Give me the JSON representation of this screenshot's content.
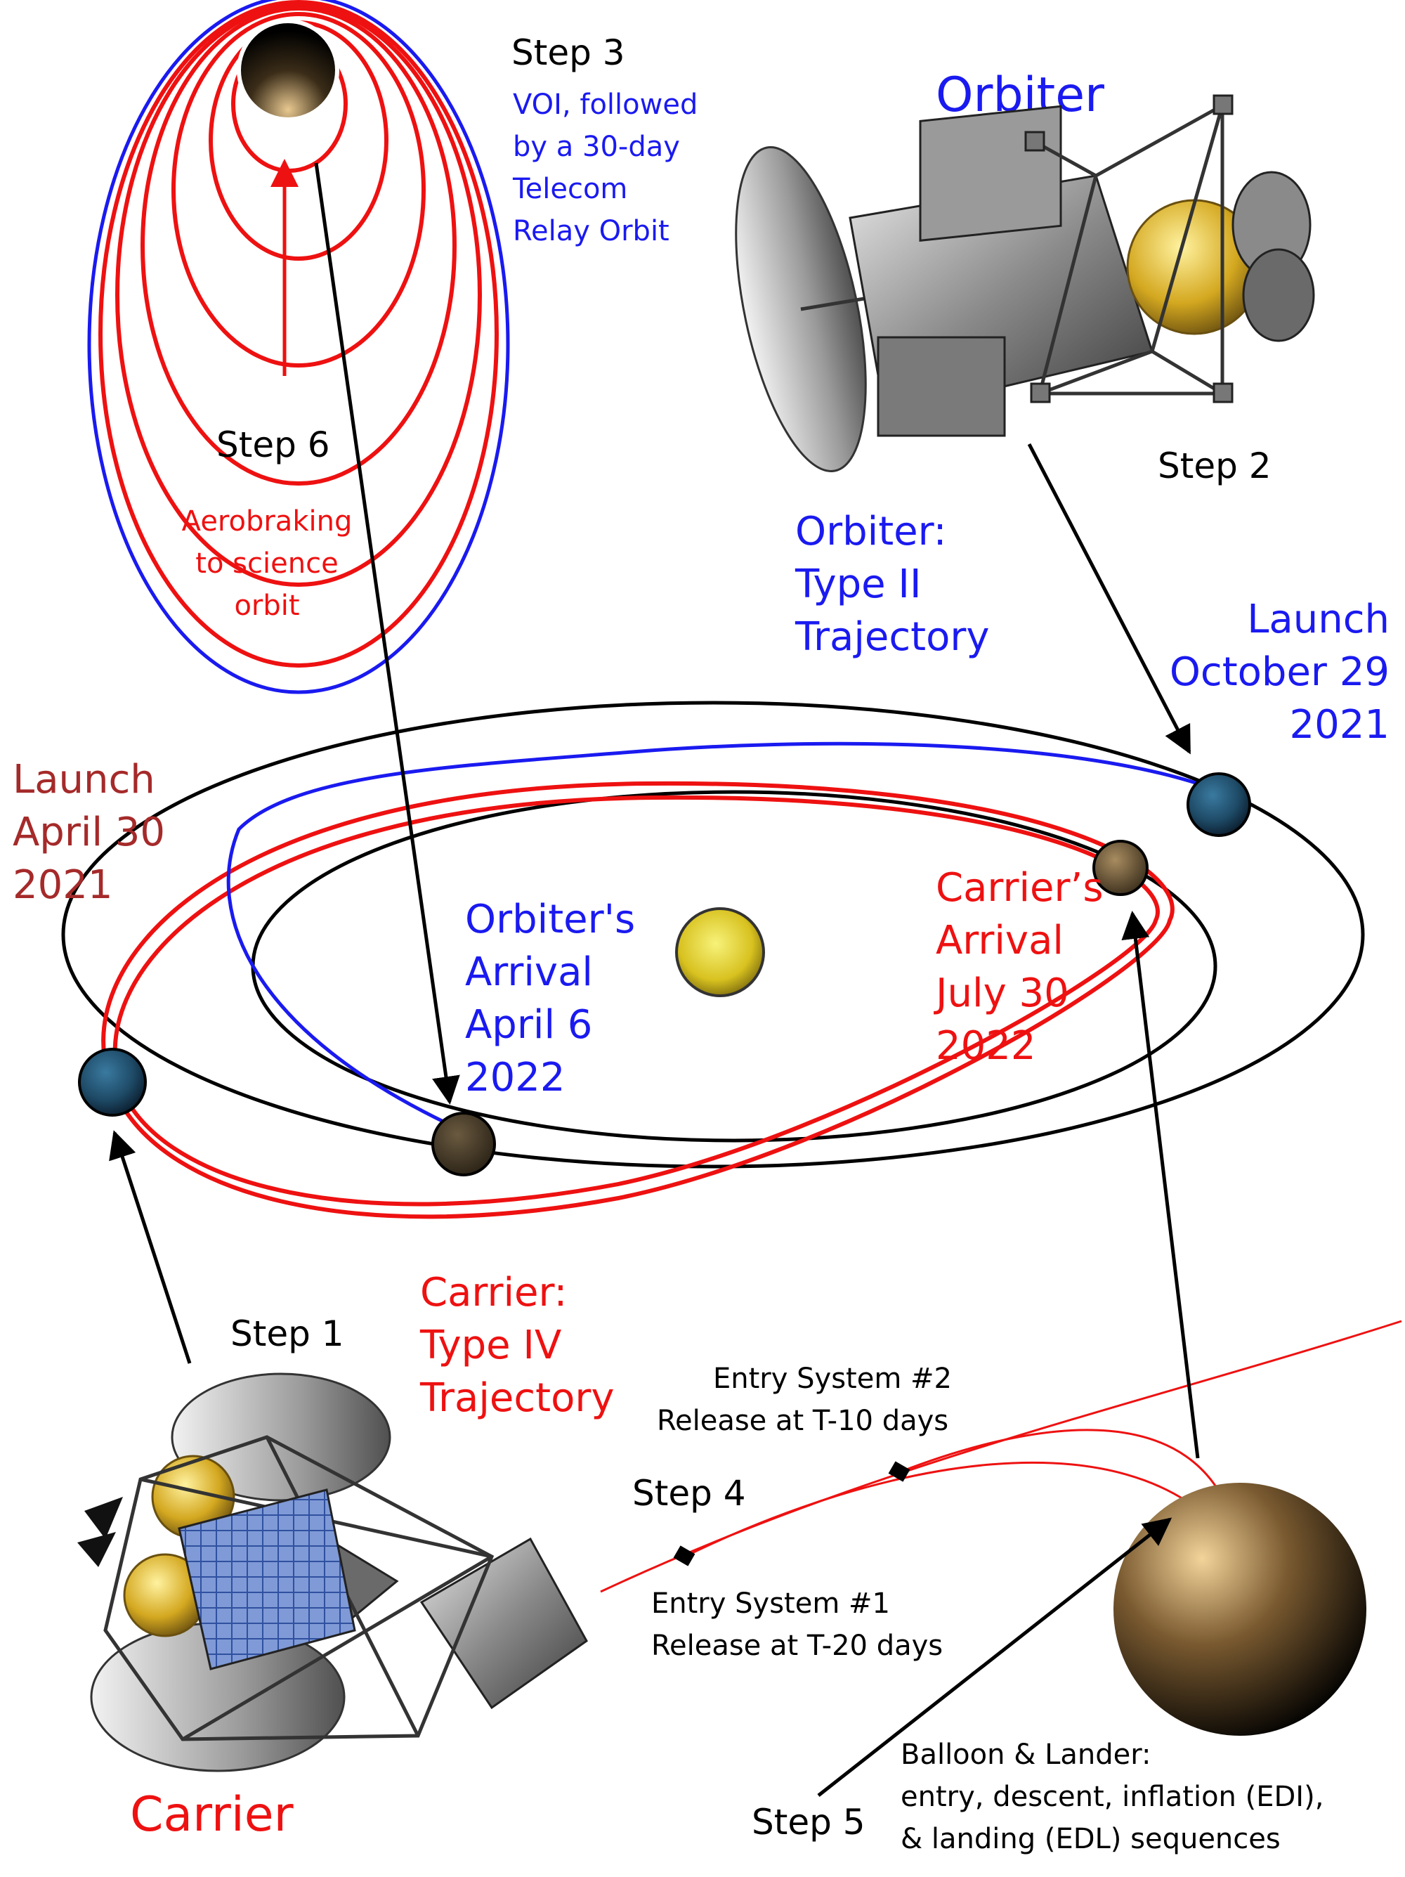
{
  "steps": {
    "step1": "Step 1",
    "step2": "Step 2",
    "step3": "Step 3",
    "step4": "Step 4",
    "step5": "Step 5",
    "step6": "Step 6"
  },
  "step3_desc": [
    "VOI, followed",
    "by a 30-day",
    "Telecom",
    "Relay Orbit"
  ],
  "step6_desc": [
    "Aerobraking",
    "to science",
    "orbit"
  ],
  "orbiter": {
    "title": "Orbiter",
    "trajectory": [
      "Orbiter:",
      "Type II",
      "Trajectory"
    ],
    "launch": [
      "Launch",
      "October 29",
      "2021"
    ],
    "arrival": [
      "Orbiter's",
      "Arrival",
      "April 6",
      "2022"
    ]
  },
  "carrier": {
    "title": "Carrier",
    "trajectory": [
      "Carrier:",
      "Type IV",
      "Trajectory"
    ],
    "launch": [
      "Launch",
      "April 30",
      "2021"
    ],
    "arrival": [
      "Carrier’s",
      "Arrival",
      "July 30",
      "2022"
    ]
  },
  "entry": {
    "system2": [
      "Entry System #2",
      "Release at T-10 days"
    ],
    "system1": [
      "Entry System #1",
      "Release at T-20 days"
    ],
    "balloon": [
      "Balloon & Lander:",
      "entry, descent, inflation (EDI),",
      "& landing (EDL) sequences"
    ]
  },
  "colors": {
    "blue": "#1a1af0",
    "red": "#ee1111",
    "darkred": "#a52a2a",
    "black": "#000000"
  }
}
